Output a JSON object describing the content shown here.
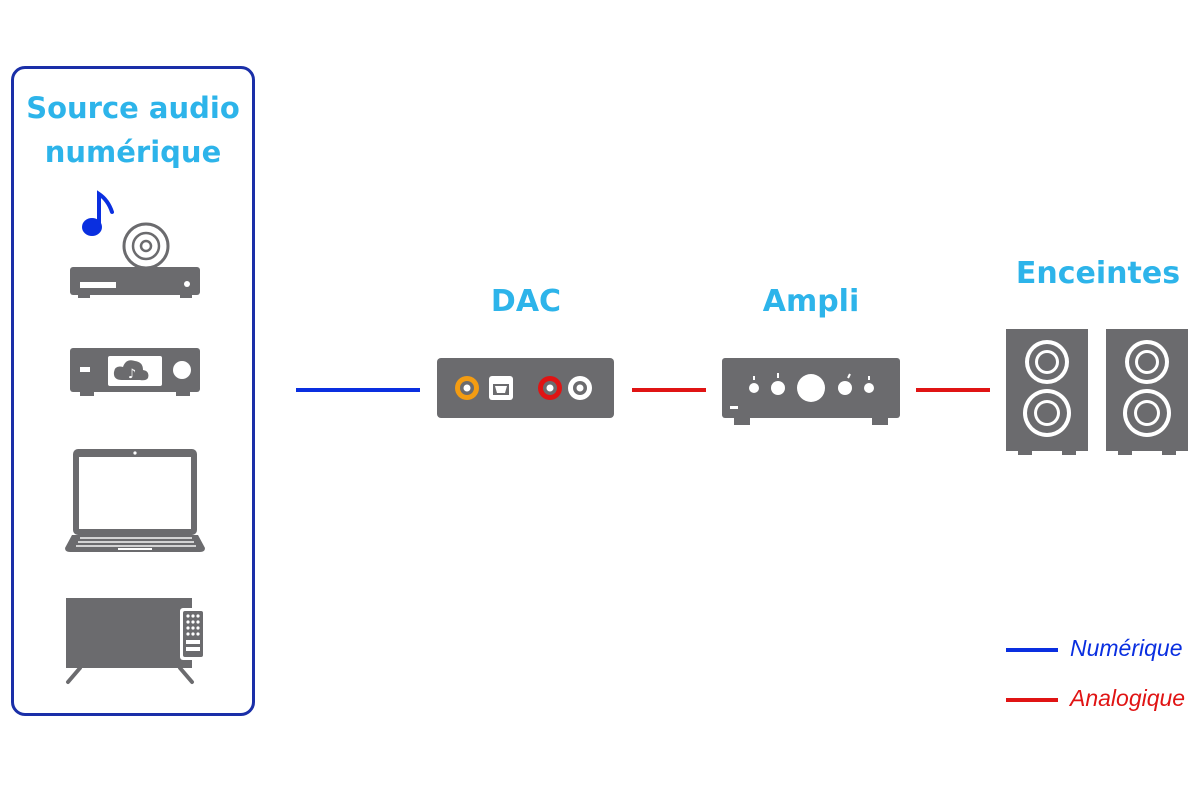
{
  "labels": {
    "source_title": "Source audio numérique",
    "dac": "DAC",
    "ampli": "Ampli",
    "enceintes": "Enceintes"
  },
  "legend": [
    {
      "label": "Numérique",
      "color": "#0a2fe0"
    },
    {
      "label": "Analogique",
      "color": "#e01414"
    }
  ],
  "colors": {
    "title": "#2db4ea",
    "box_border": "#1a2fa8",
    "device": "#6b6b6e",
    "digital_line": "#0a2fe0",
    "analog_line": "#e01414",
    "coax_ring": "#f39c12"
  },
  "source_devices": [
    "cd-player-icon",
    "network-streamer-icon",
    "laptop-icon",
    "tv-icon"
  ]
}
